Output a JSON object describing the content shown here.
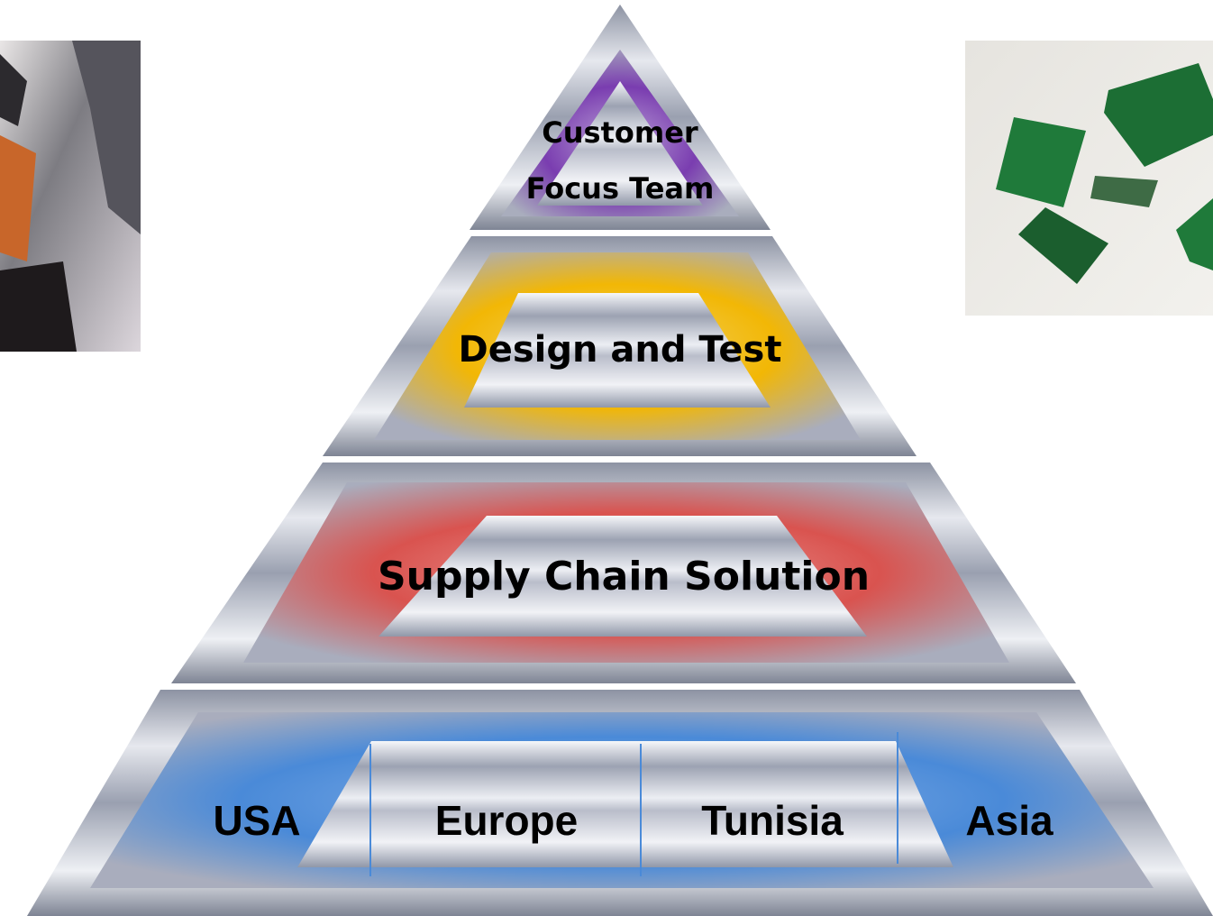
{
  "pyramid": {
    "tiers": [
      {
        "id": "customer",
        "lines": [
          "Customer",
          "Focus Team"
        ],
        "color": "#7a3db0"
      },
      {
        "id": "design",
        "lines": [
          "Design and Test"
        ],
        "color": "#f2b705"
      },
      {
        "id": "supply",
        "lines": [
          "Supply Chain Solution"
        ],
        "color": "#d9534f"
      },
      {
        "id": "regions",
        "lines": [],
        "color": "#4a8ad8"
      }
    ],
    "regions": [
      "USA",
      "Europe",
      "Tunisia",
      "Asia"
    ]
  },
  "photos": {
    "left": {
      "description_icon": "hands-photo"
    },
    "right": {
      "description_icon": "circuit-boards-photo"
    }
  }
}
